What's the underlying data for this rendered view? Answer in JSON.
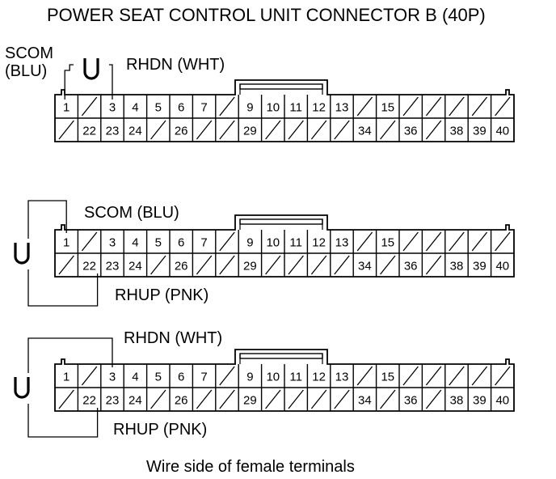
{
  "title": "POWER SEAT CONTROL UNIT CONNECTOR B (40P)",
  "caption": "Wire side of female terminals",
  "connector": {
    "top_row": [
      "1",
      "",
      "3",
      "4",
      "5",
      "6",
      "7",
      "",
      "9",
      "10",
      "11",
      "12",
      "13",
      "",
      "15",
      "",
      "",
      "",
      "",
      ""
    ],
    "bottom_row": [
      "",
      "22",
      "23",
      "24",
      "",
      "26",
      "",
      "",
      "29",
      "",
      "",
      "",
      "",
      "34",
      "",
      "36",
      "",
      "38",
      "39",
      "40"
    ]
  },
  "tests": [
    {
      "labels": {
        "scom": "SCOM\n(BLU)",
        "rhdn": "RHDN (WHT)"
      }
    },
    {
      "labels": {
        "scom": "SCOM (BLU)",
        "rhup": "RHUP (PNK)"
      }
    },
    {
      "labels": {
        "rhdn": "RHDN (WHT)",
        "rhup": "RHUP (PNK)"
      }
    }
  ]
}
